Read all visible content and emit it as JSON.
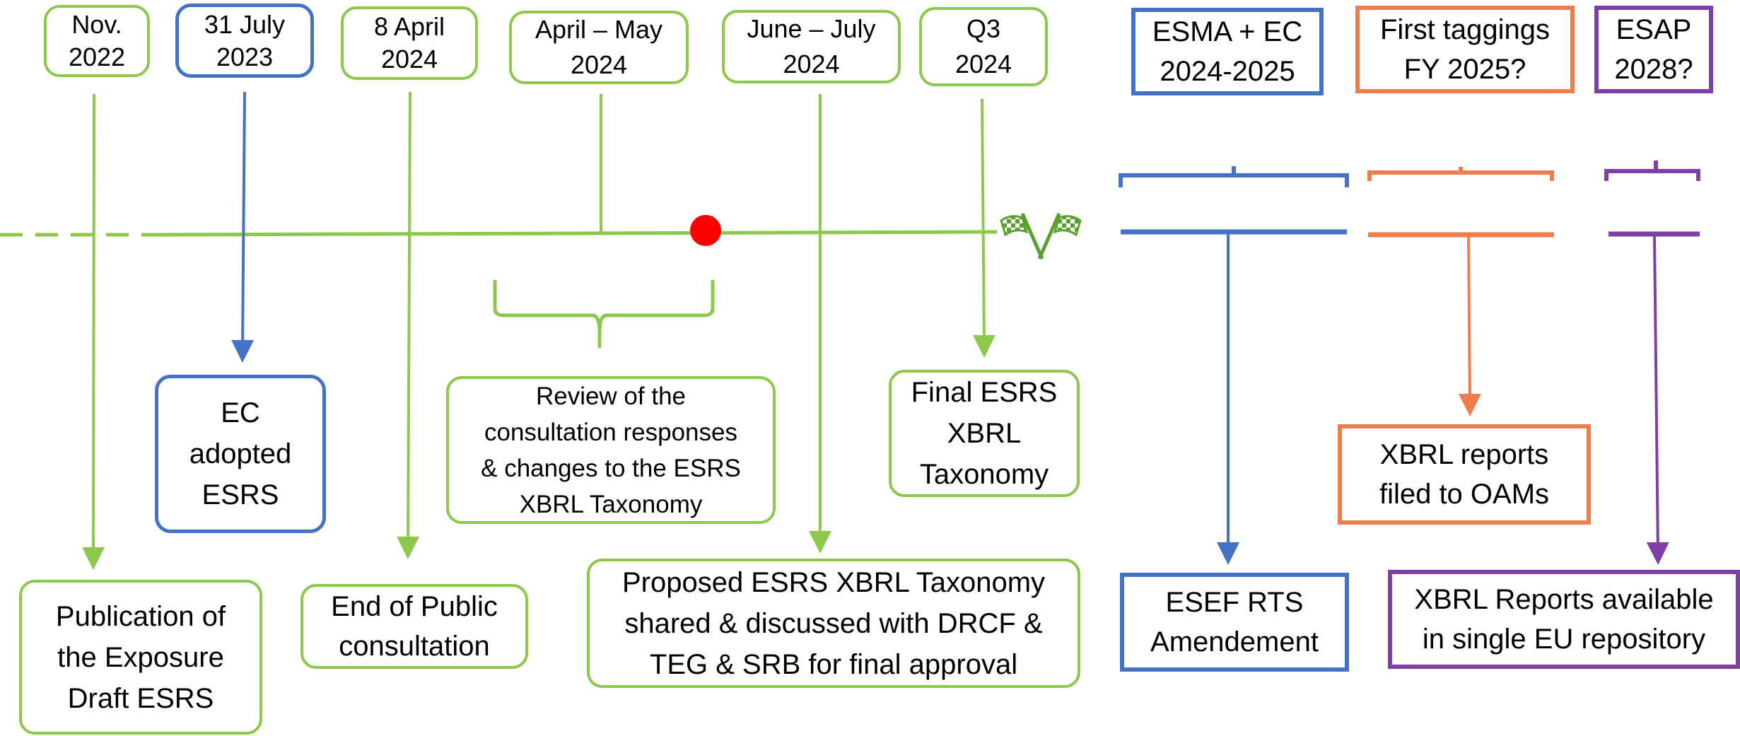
{
  "colors": {
    "green": "#8cc84b",
    "blue": "#4472c4",
    "orange": "#ed7d4a",
    "purple": "#7e3fa6",
    "red": "#ff0000"
  },
  "timeline": {
    "milestones": [
      {
        "id": "nov-2022",
        "date": "Nov.\n2022",
        "event": "Publication of\nthe Exposure\nDraft ESRS"
      },
      {
        "id": "jul-2023",
        "date": "31 July\n2023",
        "event": "EC\nadopted\nESRS"
      },
      {
        "id": "apr-2024",
        "date": "8 April\n2024",
        "event": "End of Public\nconsultation"
      },
      {
        "id": "apr-may-2024",
        "date": "April – May\n2024",
        "event": "Review of the\nconsultation responses\n& changes to the ESRS\nXBRL Taxonomy"
      },
      {
        "id": "jun-jul-2024",
        "date": "June – July\n2024",
        "event": "Proposed ESRS XBRL Taxonomy\nshared & discussed with DRCF &\nTEG & SRB for final approval"
      },
      {
        "id": "q3-2024",
        "date": "Q3\n2024",
        "event": "Final ESRS\nXBRL\nTaxonomy"
      }
    ],
    "current_marker": "red-dot",
    "finish_icon": "checkered-flags-icon"
  },
  "future": [
    {
      "id": "esma-ec",
      "date": "ESMA + EC\n2024-2025",
      "event": "ESEF RTS\nAmendement"
    },
    {
      "id": "first-taggings",
      "date": "First taggings\nFY 2025?",
      "event": "XBRL reports\nfiled to OAMs"
    },
    {
      "id": "esap",
      "date": "ESAP\n2028?",
      "event": "XBRL Reports available\nin single EU repository"
    }
  ]
}
